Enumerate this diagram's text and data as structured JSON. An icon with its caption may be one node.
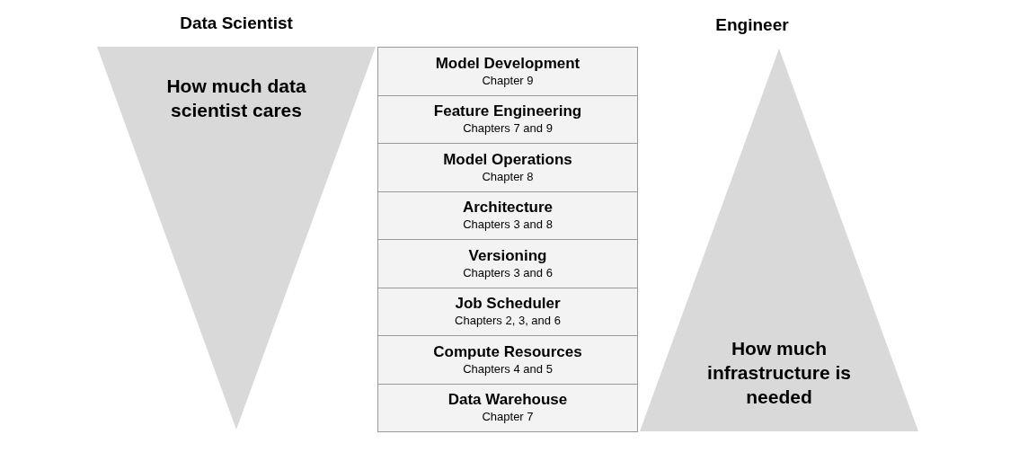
{
  "diagram": {
    "nodes": [
      {
        "text": [
          "Data Scientist",
          "How much data scientist cares"
        ]
      },
      {
        "text": [
          "Model Development",
          "Chapter 9"
        ]
      },
      {
        "text": [
          "Feature Engineering",
          "Chapters 7 and 9"
        ]
      },
      {
        "text": [
          "Model Operations",
          "Chapter 8"
        ]
      },
      {
        "text": [
          "Architecture",
          "Chapters 3 and 8"
        ]
      },
      {
        "text": [
          "Versioning",
          "Chapters 3 and 6"
        ]
      },
      {
        "text": [
          "Job Scheduler",
          "Chapters 2, 3, and 6"
        ]
      },
      {
        "text": [
          "Compute Resources",
          "Chapters 4 and 5"
        ]
      },
      {
        "text": [
          "Data Warehouse",
          "Chapter 7"
        ]
      },
      {
        "text": [
          "Engineer",
          "How much infrastructure is needed"
        ]
      }
    ]
  }
}
